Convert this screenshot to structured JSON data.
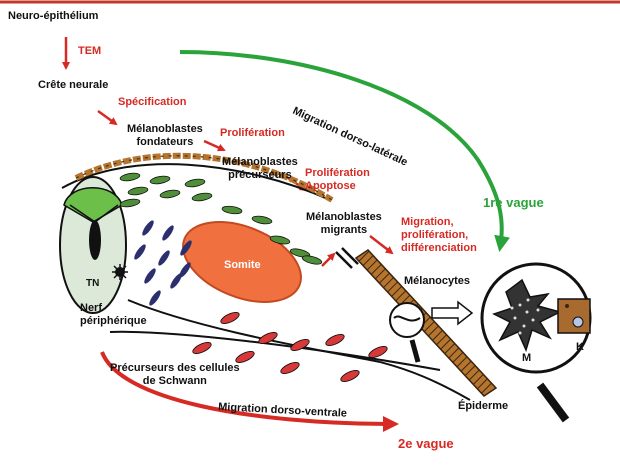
{
  "colors": {
    "top_rule": "#c0392b",
    "red_arrow": "#d62a24",
    "green_arrow": "#2aa43a",
    "somite": "#f07040",
    "neural_tube_fill": "#dde9d8",
    "crest_cap": "#6cc04a",
    "cell_green": "#4f8f3a",
    "cell_navy": "#2c2f6e",
    "cell_red": "#d83838",
    "epidermis": "#b5752e",
    "dermis_square": "#a86a2e"
  },
  "steps": {
    "neuro_epithelium": "Neuro-épithélium",
    "tem": "TEM",
    "neural_crest": "Crête neurale",
    "specification": "Spécification",
    "founder_melanoblasts": "Mélanoblastes\nfondateurs",
    "proliferation_1": "Prolifération",
    "precursor_melanoblasts": "Mélanoblastes\nprécurseurs",
    "proliferation_apoptosis": "Prolifération\nApoptose",
    "migrating_melanoblasts": "Mélanoblastes\nmigrants",
    "migration_prolif_diff": "Migration,\nprolifération,\ndifférenciation",
    "melanocytes": "Mélanocytes"
  },
  "pathways": {
    "dorsolateral": "Migration dorso-latérale",
    "wave1": "1re vague",
    "dorsoventral": "Migration dorso-ventrale",
    "wave2": "2e vague"
  },
  "anatomy": {
    "tn": "TN",
    "somite": "Somite",
    "peripheral_nerve": "Nerf\npériphérique",
    "schwann_precursors": "Précurseurs des cellules\nde Schwann",
    "epidermis": "Épiderme",
    "m": "M",
    "k": "K"
  }
}
